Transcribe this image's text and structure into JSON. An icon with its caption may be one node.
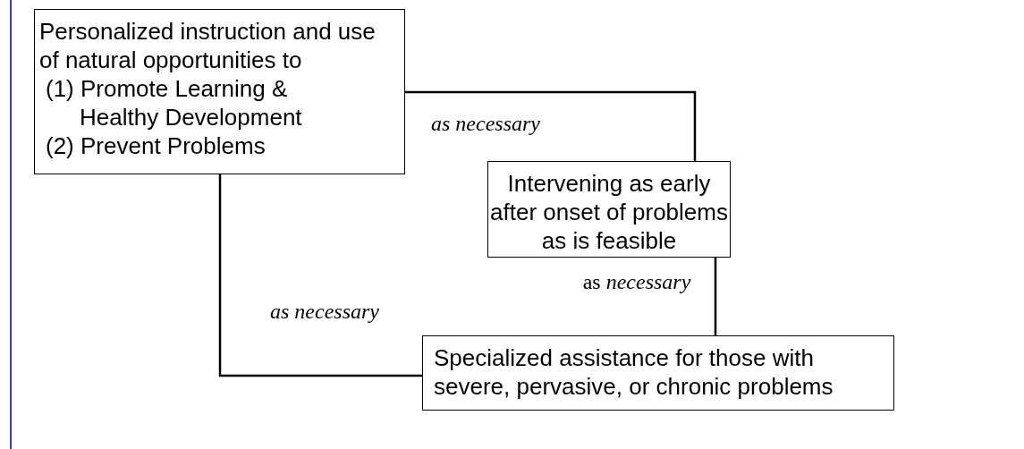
{
  "diagram": {
    "nodes": [
      {
        "text": [
          "Personalized instruction and use of natural opportunities to",
          "(1) Promote Learning & Healthy Development",
          "(2) Prevent Problems"
        ]
      },
      {
        "text": [
          "Intervening as early after onset of problems as is feasible"
        ]
      },
      {
        "text": [
          "Specialized assistance for those with severe, pervasive, or chronic problems"
        ]
      }
    ],
    "edges": [
      {
        "from": 0,
        "to": 1,
        "arrow": "none",
        "label": "*as necessary*"
      },
      {
        "from": 1,
        "to": 2,
        "arrow": "none",
        "label": "as *necessary*"
      },
      {
        "from": 0,
        "to": 2,
        "arrow": "none",
        "label": "*as necessary*"
      }
    ]
  }
}
